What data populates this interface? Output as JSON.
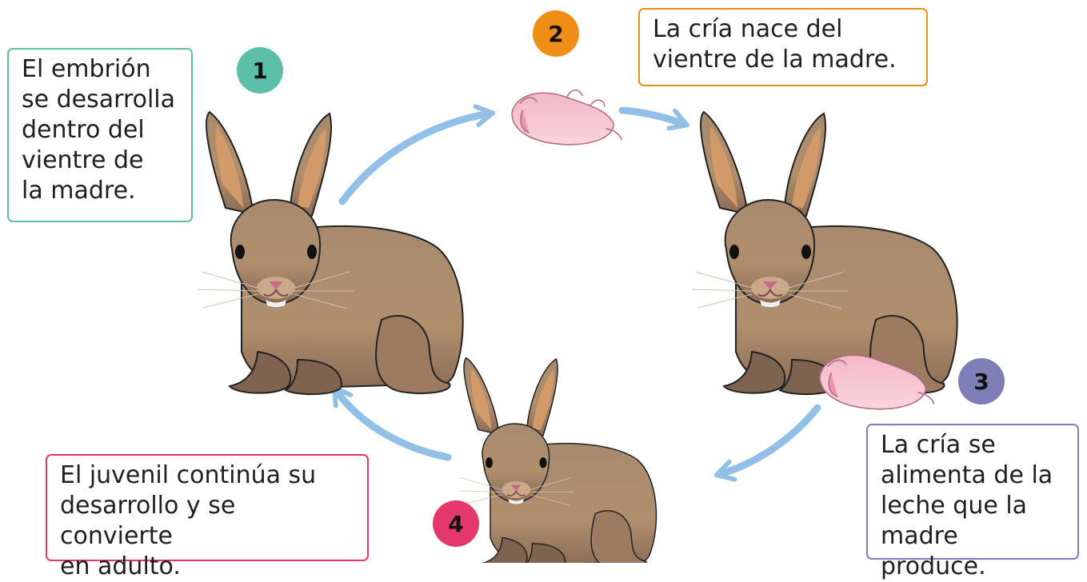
{
  "colors": {
    "stage1": "#5cbfaa",
    "stage2": "#ef8f18",
    "stage3": "#7d7fb6",
    "stage4": "#e4386a",
    "arrow": "#92bfe6"
  },
  "stages": [
    {
      "number": "1",
      "text": "El embrión\nse desarrolla\ndentro del\nvientre de\nla madre."
    },
    {
      "number": "2",
      "text": "La cría nace del\nvientre de la madre."
    },
    {
      "number": "3",
      "text": "La cría se\nalimenta de la\nleche que la\nmadre produce."
    },
    {
      "number": "4",
      "text": "El juvenil continúa su\ndesarrollo y se convierte\nen adulto."
    }
  ]
}
